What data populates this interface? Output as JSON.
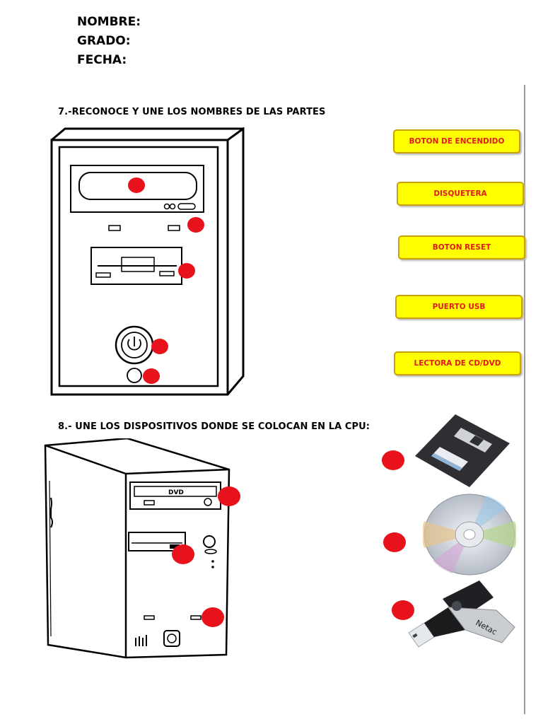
{
  "header": {
    "nombre": "NOMBRE:",
    "grado": "GRADO:",
    "fecha": "FECHA:"
  },
  "exercise7": {
    "title": "7.-RECONOCE Y UNE LOS NOMBRES DE LAS PARTES",
    "labels": [
      "BOTON DE ENCENDIDO",
      "DISQUETERA",
      "BOTON RESET",
      "PUERTO USB",
      "LECTORA DE CD/DVD"
    ]
  },
  "exercise8": {
    "title": "8.- UNE LOS DISPOSITIVOS DONDE SE COLOCAN EN LA CPU:",
    "devices": [
      "floppy-disk",
      "compact-disc",
      "usb-flash-drive"
    ],
    "usb_brand": "Netac",
    "dvd_logo": "DVD"
  },
  "colors": {
    "label_fill": "#ffff00",
    "label_text": "#e21b1b",
    "marker": "#e8121c"
  }
}
